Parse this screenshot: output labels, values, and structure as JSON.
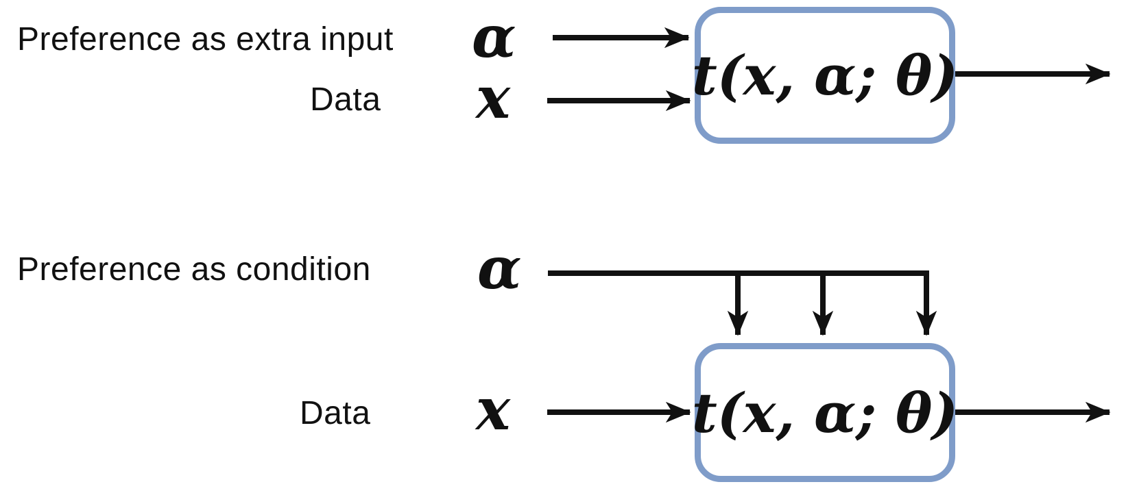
{
  "colors": {
    "accent": "#7f9cc9",
    "ink": "#111111",
    "background": "#ffffff"
  },
  "diagrams": [
    {
      "id": "preference-as-extra-input",
      "label": "Preference as extra input",
      "preference_symbol": "α",
      "data_label": "Data",
      "data_symbol": "x",
      "box_label": "t(x, α; θ)"
    },
    {
      "id": "preference-as-condition",
      "label": "Preference as condition",
      "preference_symbol": "α",
      "data_label": "Data",
      "data_symbol": "x",
      "box_label": "t(x, α; θ)"
    }
  ]
}
